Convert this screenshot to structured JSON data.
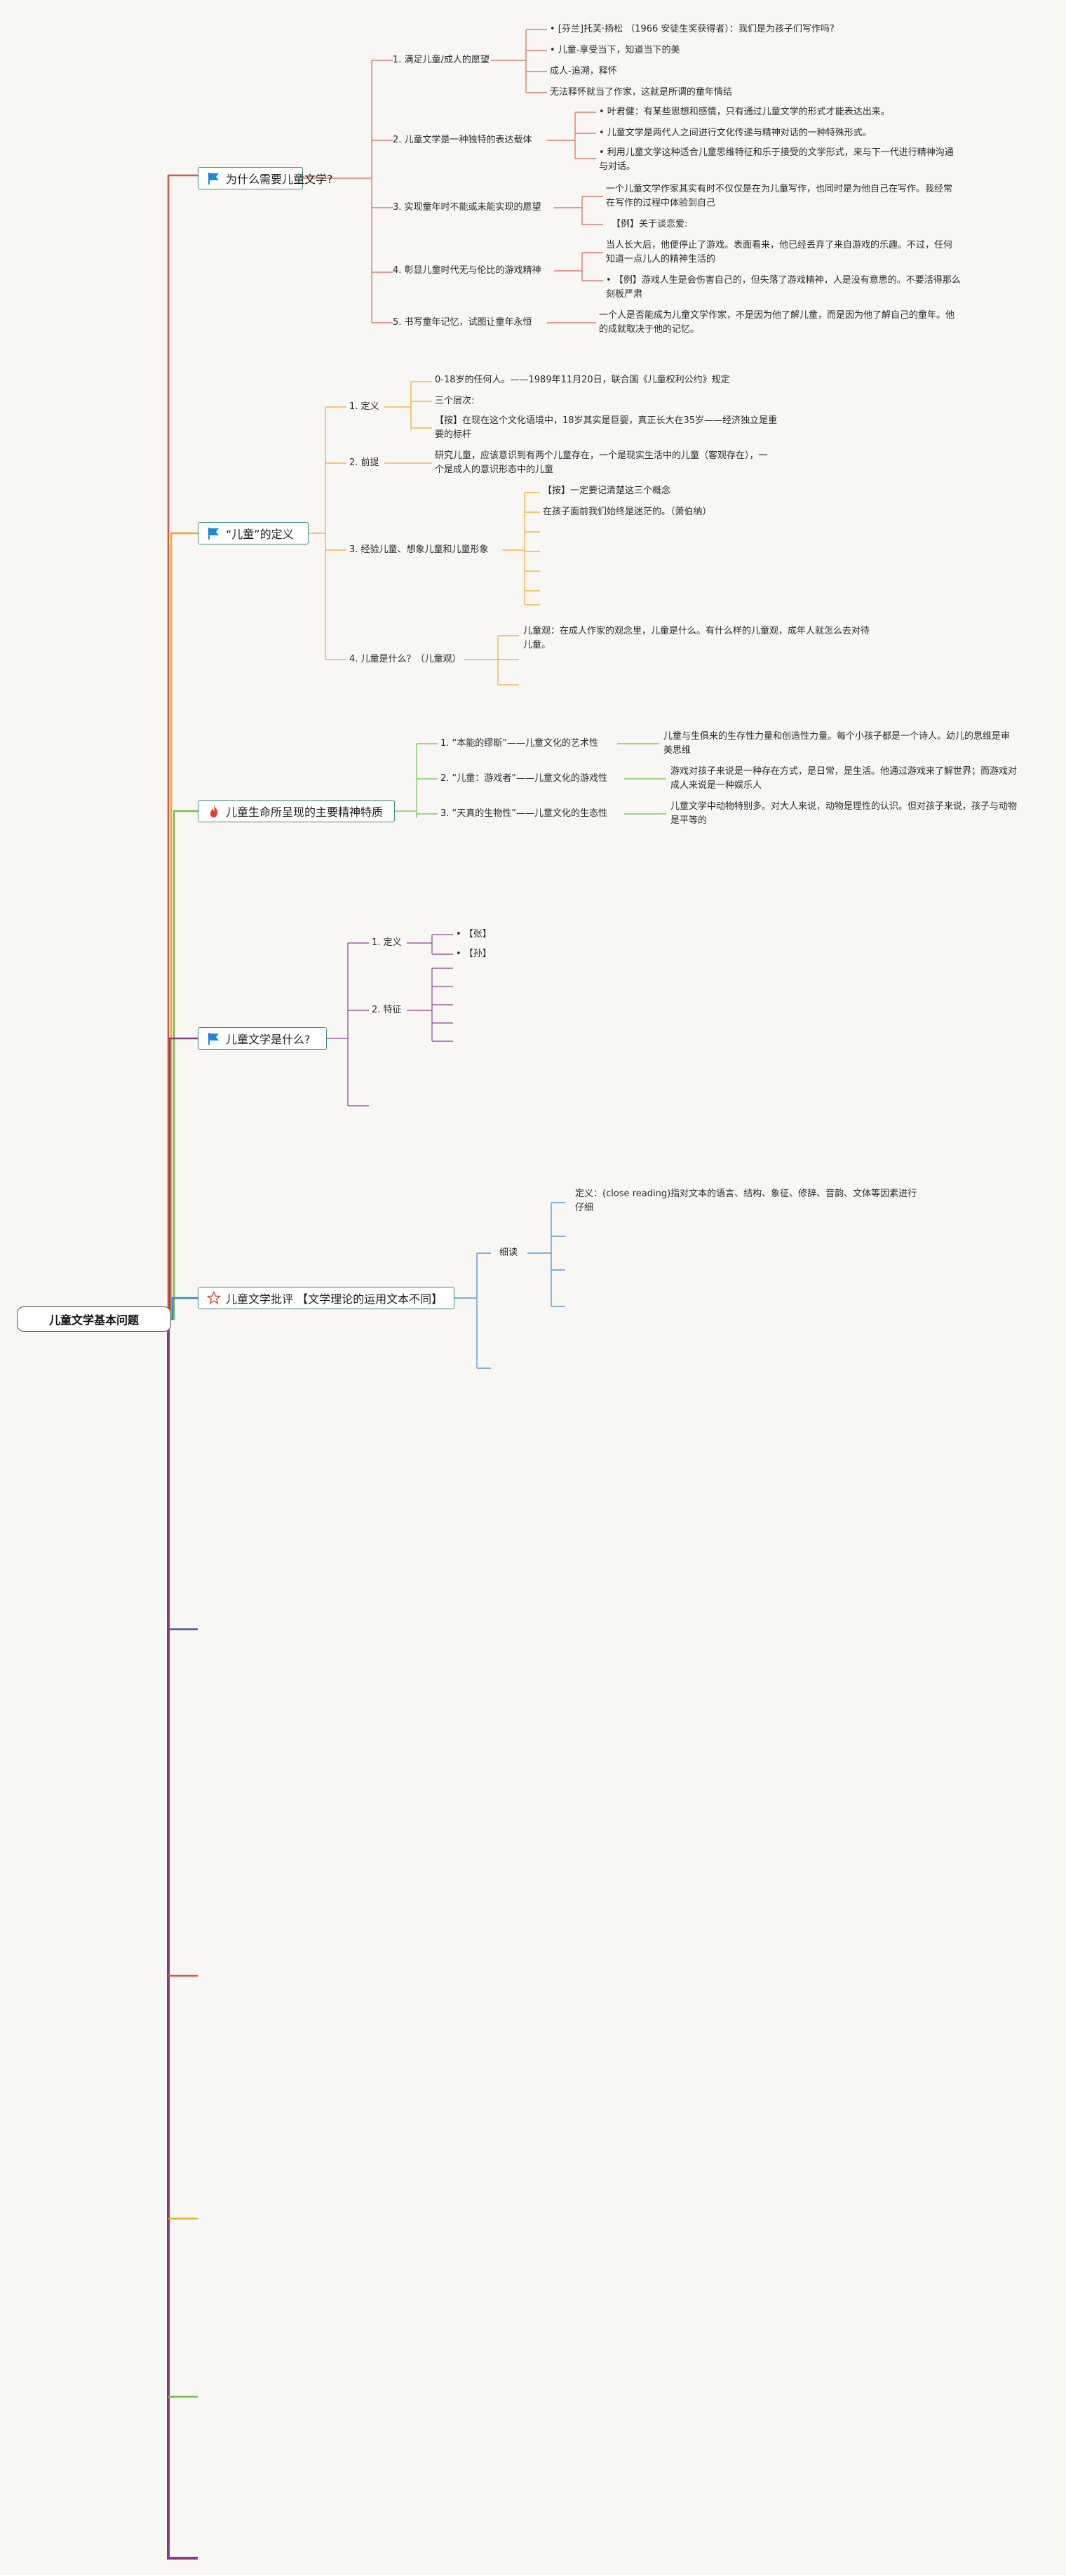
{
  "root": "儿童文学基本问题",
  "colors": {
    "red": "#d9553f",
    "orange": "#f2a623",
    "green": "#6cbf4a",
    "purple": "#8a3a86",
    "blue": "#3d85c6",
    "indigo": "#4d56a8",
    "node_border": "#3a8e7c",
    "flag": "#1f87d6"
  },
  "branches": [
    {
      "icon": "flag-icon",
      "title": "为什么需要儿童文学?",
      "items": [
        {
          "label": "1. 满足儿童/成人的愿望",
          "details": [
            "• [芬兰]托芙·扬松 （1966 安徒生奖获得者）：我们是为孩子们写作吗?",
            "• 儿童-享受当下，知道当下的美",
            "成人-追溯，释怀",
            "无法释怀就当了作家，这就是所谓的童年情结"
          ]
        },
        {
          "label": "2. 儿童文学是一种独特的表达载体",
          "details": [
            "• 叶君健：有某些思想和感情，只有通过儿童文学的形式才能表达出来。",
            "• 儿童文学是两代人之间进行文化传递与精神对话的一种特殊形式。",
            "• 利用儿童文学这种适合儿童思维特征和乐于接受的文学形式，来与下一代进行精神沟通与对话。"
          ]
        },
        {
          "label": "3. 实现童年时不能或未能实现的愿望",
          "details": [
            "一个儿童文学作家其实有时不仅仅是在为儿童写作，也同时是为他自己在写作。我经常在写作的过程中体验到自己",
            "【例】关于谈恋爱:"
          ]
        },
        {
          "label": "4. 彰显儿童时代无与伦比的游戏精神",
          "details": [
            "当人长大后，他便停止了游戏。表面看来，他已经丢弃了来自游戏的乐趣。不过，任何知道一点儿人的精神生活的",
            "• 【例】游戏人生是会伤害自己的，但失落了游戏精神，人是没有意思的。不要活得那么刻板严肃"
          ]
        },
        {
          "label": "5. 书写童年记忆，试图让童年永恒",
          "details": [
            "一个人是否能成为儿童文学作家，不是因为他了解儿童，而是因为他了解自己的童年。他的成就取决于他的记忆。"
          ]
        }
      ]
    },
    {
      "icon": "flag-icon",
      "title": "“儿童”的定义",
      "items": [
        {
          "label": "1. 定义",
          "details": [
            "0-18岁的任何人。——1989年11月20日，联合国《儿童权利公约》规定",
            "三个层次:",
            "【按】在现在这个文化语境中，18岁其实是巨婴，真正长大在35岁——经济独立是重要的标杆"
          ]
        },
        {
          "label": "2. 前提",
          "details": [
            "研究儿童，应该意识到有两个儿童存在，一个是现实生活中的儿童（客观存在），一个是成人的意识形态中的儿童"
          ]
        },
        {
          "label": "3. 经验儿童、想象儿童和儿童形象",
          "details": [
            "【按】一定要记清楚这三个概念",
            "在孩子面前我们始终是迷茫的。（萧伯纳）"
          ]
        },
        {
          "label": "4. 儿童是什么？（儿童观）",
          "details": [
            "儿童观：在成人作家的观念里，儿童是什么。有什么样的儿童观，成年人就怎么去对待儿童。"
          ]
        }
      ]
    },
    {
      "icon": "fire-icon",
      "title": "儿童生命所呈现的主要精神特质",
      "items": [
        {
          "label": "1. “本能的缪斯”——儿童文化的艺术性",
          "details": [
            "儿童与生俱来的生存性力量和创造性力量。每个小孩子都是一个诗人。幼儿的思维是审美思维"
          ]
        },
        {
          "label": "2. “儿童：游戏者”——儿童文化的游戏性",
          "details": [
            "游戏对孩子来说是一种存在方式，是日常，是生活。他通过游戏来了解世界；而游戏对成人来说是一种娱乐人"
          ]
        },
        {
          "label": "3. “天真的生物性”——儿童文化的生态性",
          "details": [
            "儿童文学中动物特别多。对大人来说，动物是理性的认识。但对孩子来说，孩子与动物是平等的"
          ]
        }
      ]
    },
    {
      "icon": "flag-icon",
      "title": "儿童文学是什么?",
      "items": [
        {
          "label": "1. 定义",
          "details": [
            "• 【张】",
            "• 【孙】"
          ]
        },
        {
          "label": "2. 特征",
          "details": []
        }
      ]
    },
    {
      "icon": "star-icon",
      "title": "儿童文学批评 【文学理论的运用文本不同】",
      "items": [
        {
          "label": "细读",
          "details": [
            "定义：(close reading)指对文本的语言、结构、象征、修辞、音韵、文体等因素进行仔细"
          ]
        }
      ]
    }
  ]
}
